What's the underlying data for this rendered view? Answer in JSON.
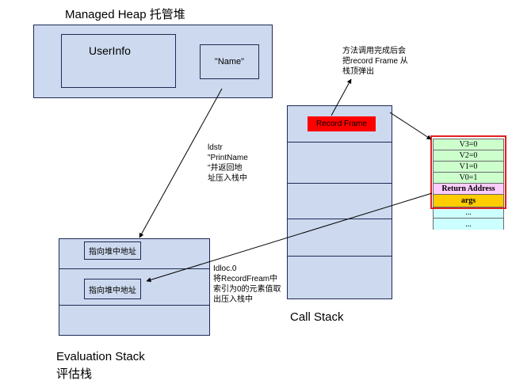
{
  "heap": {
    "title": "Managed Heap 托管堆",
    "userinfo": "UserInfo",
    "name": "\"Name\""
  },
  "notes": {
    "return_frame": "方法调用完成后会\n把record Frame 从\n栈顶弹出",
    "ldstr": "ldstr\n\"PrintName\n\"并返回地\n址压入栈中",
    "ldloc": "Idloc.0\n将RecordFream中\n索引为0的元素值取\n出压入栈中"
  },
  "call_stack": {
    "title": "Call Stack",
    "record_frame": "Record Frame"
  },
  "eval_stack": {
    "title": "Evaluation Stack",
    "title_cn": "评估栈",
    "ptr1": "指向堆中地址",
    "ptr2": "指向堆中地址"
  },
  "record_frame": {
    "cells": [
      "V3=0",
      "V2=0",
      "V1=0",
      "V0=1",
      "Return Address",
      "args",
      "...",
      "..."
    ]
  },
  "colors": {
    "box_fill": "#ccd9ee",
    "record_red": "#ff0000",
    "locals_green": "#ccffcc",
    "return_pink": "#ffccff",
    "args_orange": "#ffcc00",
    "rest_cyan": "#ccffff"
  }
}
